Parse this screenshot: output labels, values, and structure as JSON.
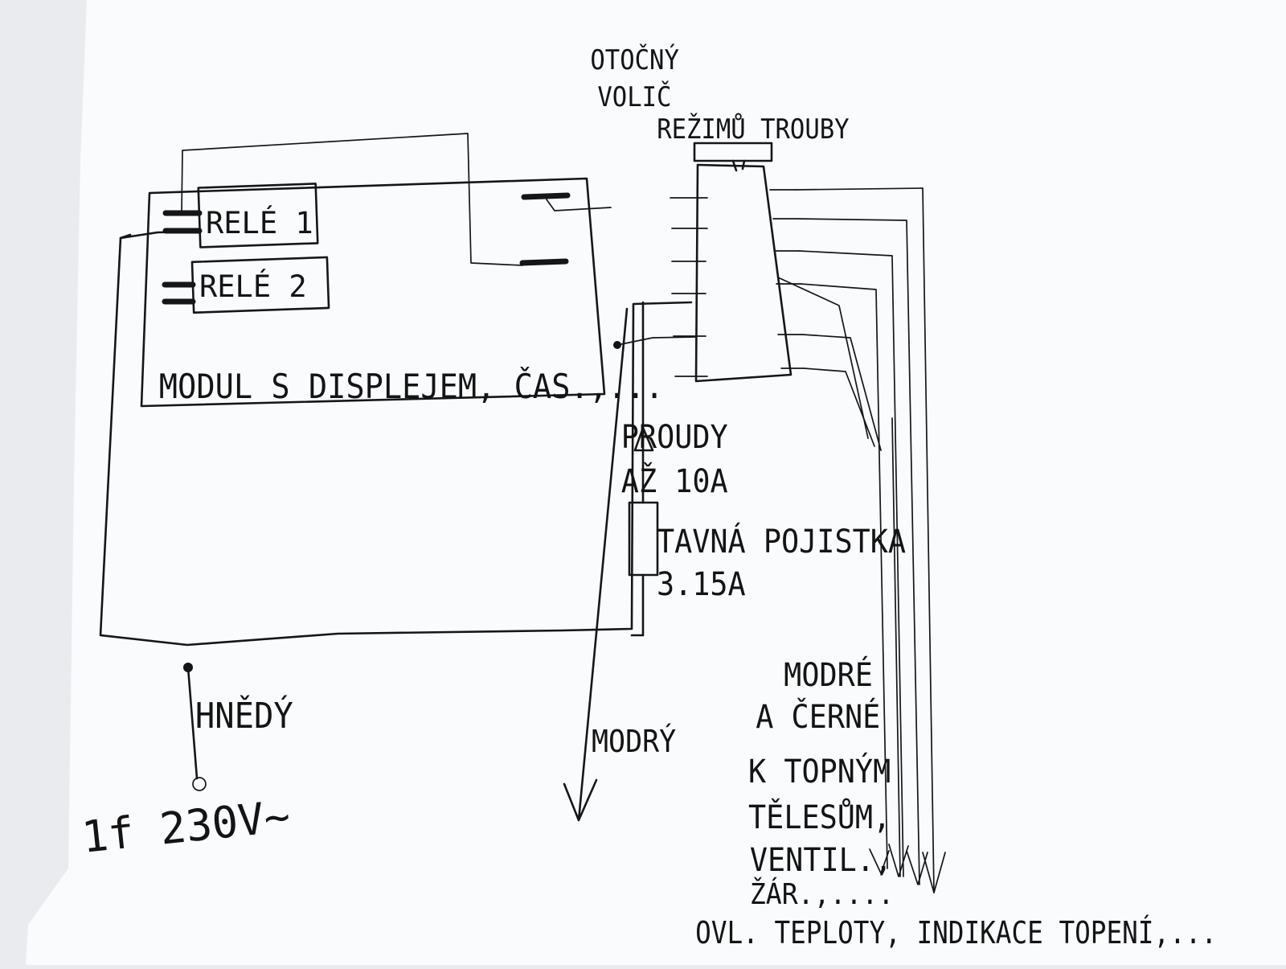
{
  "diagram": {
    "rotary_selector_label": [
      "OTOČNÝ",
      "VOLIČ",
      "REŽIMŮ TROUBY"
    ],
    "relay_1_label": "RELÉ 1",
    "relay_2_label": "RELÉ 2",
    "module_label": "MODUL S DISPLEJEM, ČAS.,...",
    "current_note": [
      "PROUDY",
      "AŽ 10A"
    ],
    "fuse_label": [
      "TAVNÁ POJISTKA",
      "3.15A"
    ],
    "brown_wire_label": "HNĚDÝ",
    "supply_label": "1f 230V~",
    "blue_wire_label": "MODRÝ",
    "wires_note": [
      "MODRÉ",
      "A ČERNÉ",
      "K TOPNÝM",
      "TĚLESŮM,",
      "VENTIL.,",
      "ŽÁR.,...."
    ],
    "bottom_note": "OVL. TEPLOTY, INDIKACE TOPENÍ,..."
  }
}
